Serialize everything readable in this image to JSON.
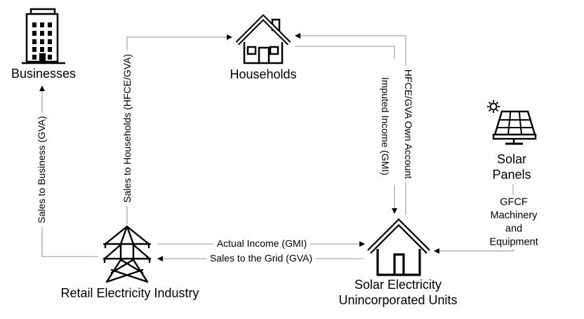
{
  "colors": {
    "background": "#ffffff",
    "connector": "#a9a9a9",
    "arrowhead": "#000000",
    "icon_stroke": "#000000",
    "text": "#000000"
  },
  "nodes": {
    "businesses": {
      "label": "Businesses",
      "icon": "office-building-icon"
    },
    "households": {
      "label": "Households",
      "icon": "family-home-icon"
    },
    "solar_panels": {
      "label": "Solar\nPanels",
      "icon": "solar-panel-icon"
    },
    "retail_electricity_industry": {
      "label": "Retail Electricity Industry",
      "icon": "transmission-tower-icon"
    },
    "solar_electricity_unincorporated_units": {
      "label": "Solar Electricity\nUnincorporated Units",
      "icon": "house-icon"
    }
  },
  "edges": {
    "sales_to_business": {
      "label": "Sales to Business (GVA)",
      "from": "Retail Electricity Industry",
      "to": "Businesses"
    },
    "sales_to_households": {
      "label": "Sales to Households (HFCE/GVA)",
      "from": "Retail Electricity Industry",
      "to": "Households"
    },
    "imputed_income": {
      "label": "Imputed Income (GMI)",
      "from": "Households",
      "to": "Solar Electricity Unincorporated Units"
    },
    "own_account": {
      "label": "HFCE/GVA Own Account",
      "from": "Solar Electricity Unincorporated Units",
      "to": "Households"
    },
    "actual_income": {
      "label": "Actual Income (GMI)",
      "from": "Retail Electricity Industry",
      "to": "Solar Electricity Unincorporated Units"
    },
    "sales_to_grid": {
      "label": "Sales to the Grid (GVA)",
      "from": "Solar Electricity Unincorporated Units",
      "to": "Retail Electricity Industry"
    },
    "gfcf": {
      "label": "GFCF\nMachinery and Equipment",
      "from": "Solar Panels",
      "to": "Solar Electricity Unincorporated Units"
    }
  }
}
